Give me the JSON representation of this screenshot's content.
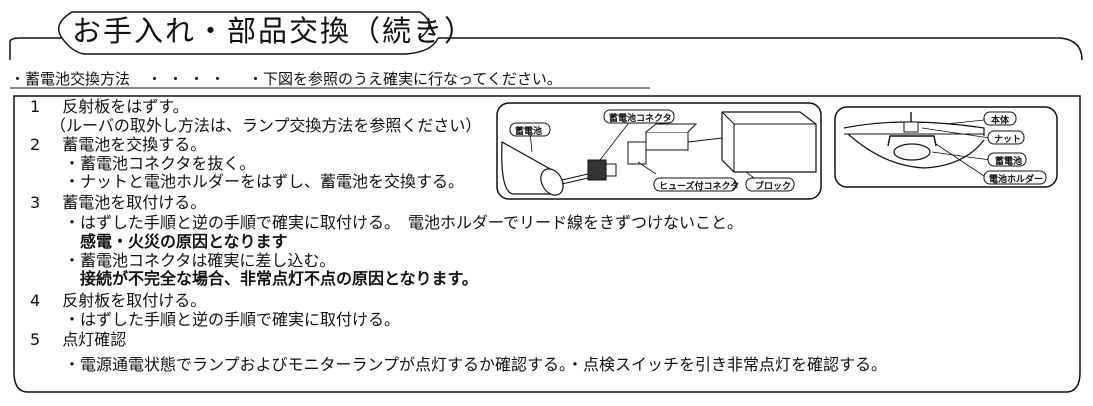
{
  "header": {
    "title": "お手入れ・部品交換（続き）",
    "subtitle_left": "・蓄電池交換方法",
    "subtitle_dots": "・・・・",
    "subtitle_right": "・下図を参照のうえ確実に行なってください。"
  },
  "steps": [
    {
      "number": "1",
      "title": "反射板をはずす。",
      "lines": [
        "（ルーバの取外し方法は、ランプ交換方法を参照ください）"
      ]
    },
    {
      "number": "2",
      "title": "蓄電池を交換する。",
      "lines": [
        "・蓄電池コネクタを抜く。",
        "・ナットと電池ホルダーをはずし、蓄電池を交換する。"
      ]
    },
    {
      "number": "3",
      "title": "蓄電池を取付ける。",
      "lines": [
        "・はずした手順と逆の手順で確実に取付ける。　電池ホルダーでリード線をきずつけないこと。",
        "感電・火災の原因となります",
        "・蓄電池コネクタは確実に差し込む。",
        "接続が不完全な場合、非常点灯不点の原因となります。"
      ]
    },
    {
      "number": "4",
      "title": "反射板を取付ける。",
      "lines": [
        "・はずした手順と逆の手順で確実に取付ける。"
      ]
    },
    {
      "number": "5",
      "title": "点灯確認",
      "lines": [
        "・電源通電状態でランプおよびモニターランプが点灯するか確認する。・点検スイッチを引き非常点灯を確認する。"
      ]
    }
  ],
  "figure1": {
    "labels": {
      "battery": "蓄電池",
      "battery_connector": "蓄電池コネクタ",
      "fuse_connector": "ヒューズ付コネクタ",
      "block": "ブロック"
    }
  },
  "figure2": {
    "labels": {
      "body": "本体",
      "nut": "ナット",
      "battery": "蓄電池",
      "holder": "電池ホルダー"
    }
  }
}
